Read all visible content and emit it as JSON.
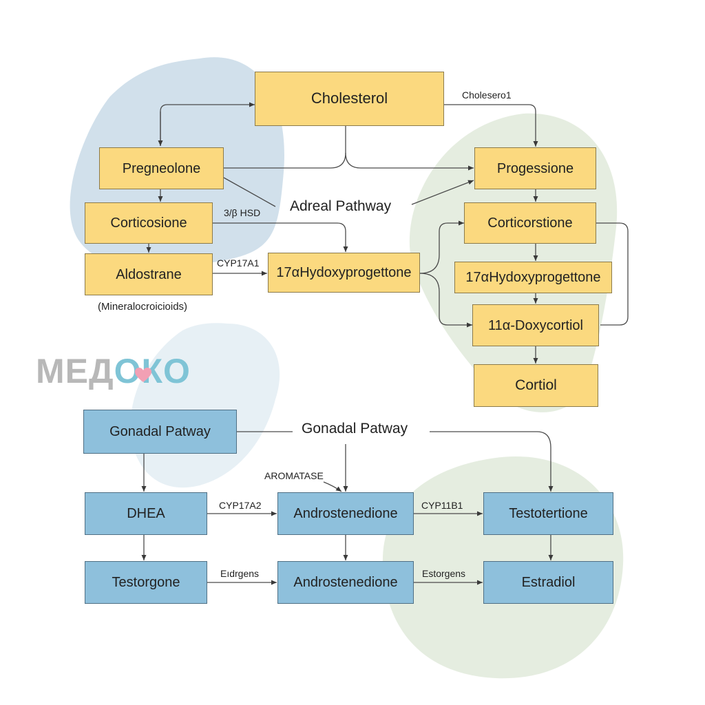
{
  "nodes": {
    "cholesterol": "Cholesterol",
    "pregneolone": "Pregneolone",
    "progessione": "Progessione",
    "corticosione": "Corticosione",
    "corticorstione": "Corticorstione",
    "aldostrane": "Aldostrane",
    "hydroxy_left": "17αHydoxyprogettone",
    "hydroxy_right": "17αHydoxyprogettone",
    "doxycortiol": "11α-Doxycortiol",
    "cortiol": "Cortiol",
    "gonadal_box": "Gonadal Patway",
    "dhea": "DHEA",
    "andro_top": "Androstenedione",
    "testotertione": "Testotertione",
    "testorgone": "Testorgone",
    "andro_bottom": "Androstenedione",
    "estradiol": "Estradiol"
  },
  "labels": {
    "cholesero1": "Cholesero1",
    "hsd": "3/β HSD",
    "cyp17a1": "CYP17A1",
    "mineralo": "(Mineralocroicioids)",
    "aromatase": "AROMATASE",
    "cyp17a2": "CYP17A2",
    "cyp11b1": "CYP11B1",
    "eidrgens": "Eıdrgens",
    "estorgens": "Estorgens"
  },
  "titles": {
    "adreal": "Adreal Pathway",
    "gonadal": "Gonadal Patway"
  },
  "logo": {
    "prefix": "МЕД",
    "suffix": "ОКО"
  },
  "colors": {
    "adrenal_node": "#fbd97f",
    "gonadal_node": "#8ec0dc",
    "blob_blue": "#c9dbe7",
    "blob_green": "#e1eadb"
  }
}
